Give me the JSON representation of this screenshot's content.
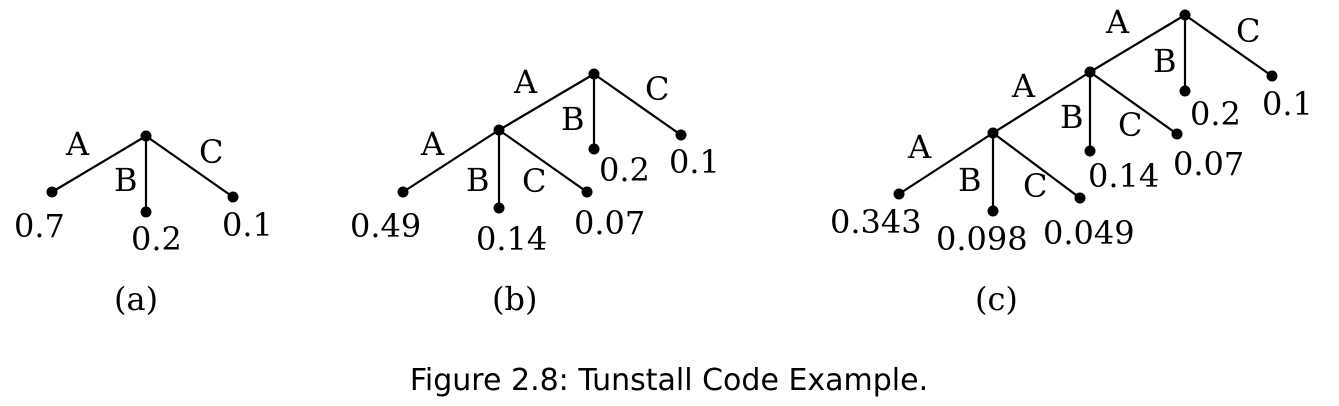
{
  "trees": [
    {
      "sublabel": "(a)",
      "edge_labels": [
        "A",
        "B",
        "C"
      ],
      "leaf_values": [
        "0.7",
        "0.2",
        "0.1"
      ]
    },
    {
      "sublabel": "(b)",
      "edge_labels": [
        "A",
        "B",
        "C",
        "A",
        "B",
        "C"
      ],
      "leaf_values": [
        "0.2",
        "0.1",
        "0.49",
        "0.14",
        "0.07"
      ]
    },
    {
      "sublabel": "(c)",
      "edge_labels": [
        "A",
        "B",
        "C",
        "A",
        "B",
        "C",
        "A",
        "B",
        "C"
      ],
      "leaf_values": [
        "0.2",
        "0.1",
        "0.14",
        "0.07",
        "0.343",
        "0.098",
        "0.049"
      ]
    }
  ],
  "caption": "Figure 2.8: Tunstall Code Example."
}
